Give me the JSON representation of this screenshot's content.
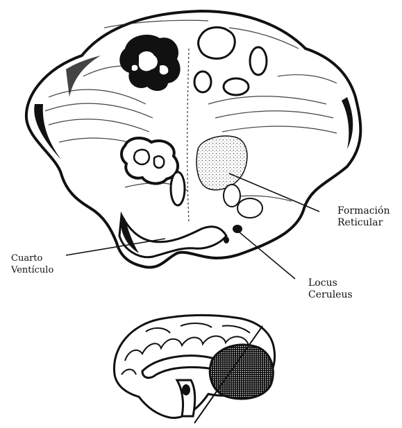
{
  "labels": {
    "formacion_reticular": {
      "line1": "Formación",
      "line2": "Reticular"
    },
    "cuarto_ventriculo": {
      "line1": "Cuarto",
      "line2": "Ventículo"
    },
    "locus_ceruleus": {
      "line1": "Locus",
      "line2": "Ceruleus"
    }
  },
  "colors": {
    "ink": "#111111",
    "paper": "#ffffff",
    "stipple": "#555555"
  }
}
